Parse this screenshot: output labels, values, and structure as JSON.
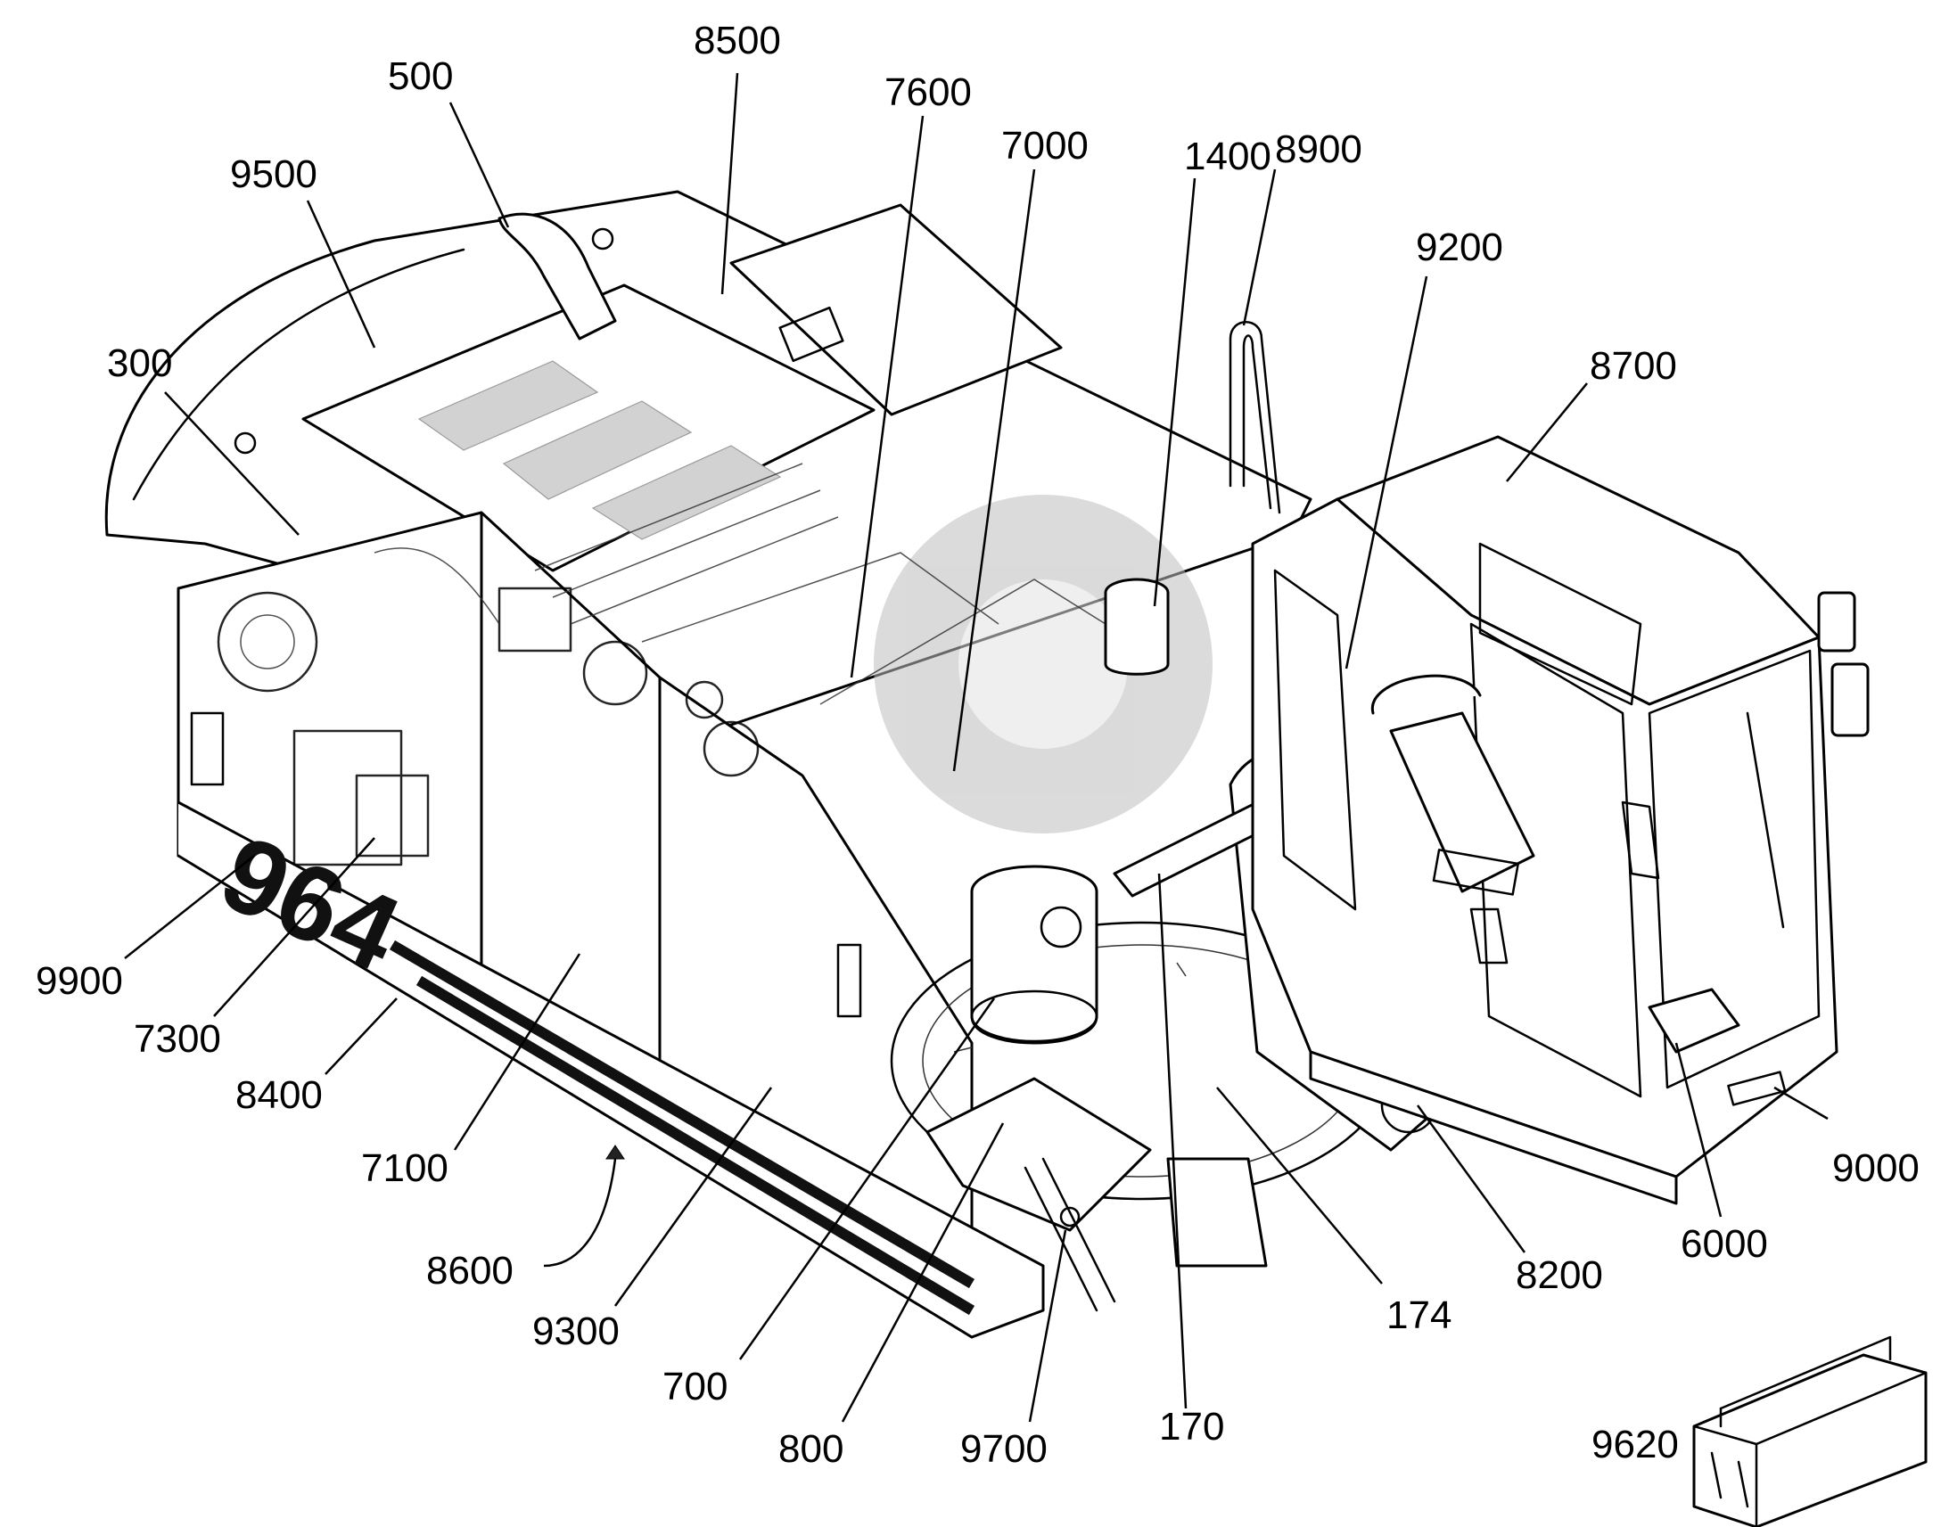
{
  "figure": {
    "logo_text": "964",
    "callouts": [
      {
        "id": "c-8500",
        "label": "8500"
      },
      {
        "id": "c-500",
        "label": "500"
      },
      {
        "id": "c-7600",
        "label": "7600"
      },
      {
        "id": "c-7000",
        "label": "7000"
      },
      {
        "id": "c-1400",
        "label": "1400"
      },
      {
        "id": "c-8900",
        "label": "8900"
      },
      {
        "id": "c-9500",
        "label": "9500"
      },
      {
        "id": "c-9200",
        "label": "9200"
      },
      {
        "id": "c-300",
        "label": "300"
      },
      {
        "id": "c-8700",
        "label": "8700"
      },
      {
        "id": "c-9900",
        "label": "9900"
      },
      {
        "id": "c-7300",
        "label": "7300"
      },
      {
        "id": "c-8400",
        "label": "8400"
      },
      {
        "id": "c-7100",
        "label": "7100"
      },
      {
        "id": "c-8600",
        "label": "8600"
      },
      {
        "id": "c-9300",
        "label": "9300"
      },
      {
        "id": "c-700",
        "label": "700"
      },
      {
        "id": "c-800",
        "label": "800"
      },
      {
        "id": "c-9700",
        "label": "9700"
      },
      {
        "id": "c-170",
        "label": "170"
      },
      {
        "id": "c-174",
        "label": "174"
      },
      {
        "id": "c-8200",
        "label": "8200"
      },
      {
        "id": "c-6000",
        "label": "6000"
      },
      {
        "id": "c-9000",
        "label": "9000"
      },
      {
        "id": "c-9620",
        "label": "9620"
      }
    ]
  }
}
